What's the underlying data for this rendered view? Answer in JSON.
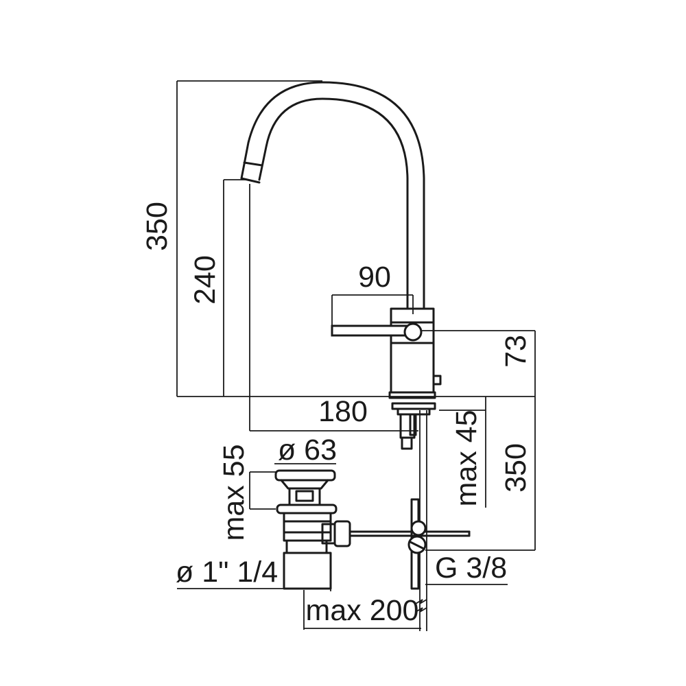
{
  "dimensions": {
    "total_height": "350",
    "spout_height": "240",
    "lever_length": "90",
    "body_height": "73",
    "spout_reach": "180",
    "max_deck_thickness": "max 45",
    "hose_length": "350",
    "waste_diameter": "ø 63",
    "waste_max_depth": "max 55",
    "waste_thread": "ø 1\" 1/4",
    "supply_thread": "G 3/8",
    "pull_rod_max": "max 200"
  }
}
